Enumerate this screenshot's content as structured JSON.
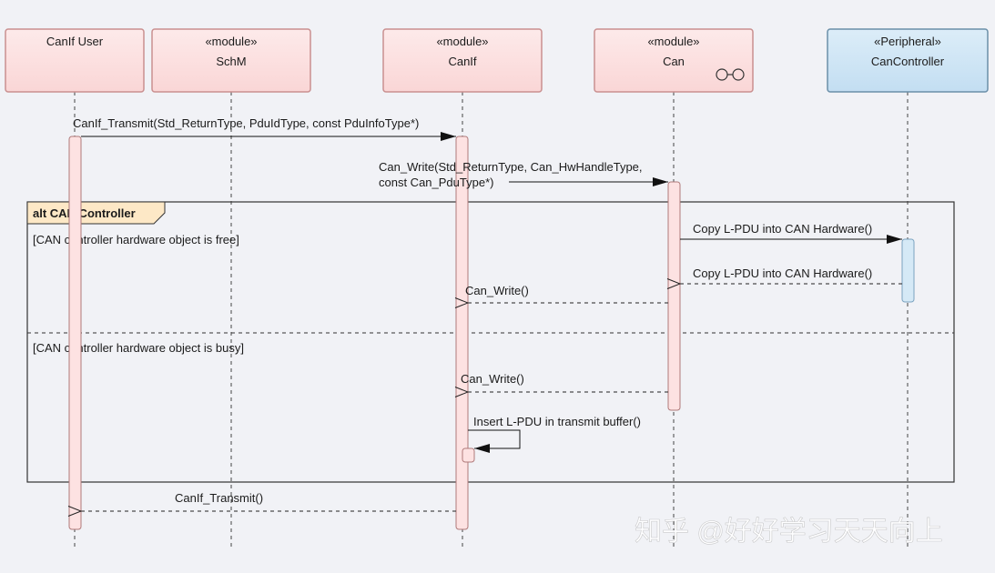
{
  "participants": [
    {
      "id": "user",
      "stereotype": "",
      "name": "CanIf User",
      "kind": "user"
    },
    {
      "id": "schm",
      "stereotype": "«module»",
      "name": "SchM",
      "kind": "module"
    },
    {
      "id": "canif",
      "stereotype": "«module»",
      "name": "CanIf",
      "kind": "module"
    },
    {
      "id": "can",
      "stereotype": "«module»",
      "name": "Can",
      "kind": "module"
    },
    {
      "id": "ctrl",
      "stereotype": "«Peripheral»",
      "name": "CanController",
      "kind": "peripheral"
    }
  ],
  "messages": [
    {
      "id": "m1",
      "label": "CanIf_Transmit(Std_ReturnType, PduIdType, const PduInfoType*)",
      "type": "sync"
    },
    {
      "id": "m2",
      "label": "Can_Write(Std_ReturnType, Can_HwHandleType,",
      "label2": "const Can_PduType*)",
      "type": "sync"
    },
    {
      "id": "m3",
      "label": "Copy L-PDU into CAN Hardware()",
      "type": "sync"
    },
    {
      "id": "m4",
      "label": "Copy L-PDU into CAN Hardware()",
      "type": "return"
    },
    {
      "id": "m5",
      "label": "Can_Write()",
      "type": "return"
    },
    {
      "id": "m6",
      "label": "Can_Write()",
      "type": "return"
    },
    {
      "id": "m7",
      "label": "Insert L-PDU in transmit buffer()",
      "type": "self"
    },
    {
      "id": "m8",
      "label": "CanIf_Transmit()",
      "type": "return"
    }
  ],
  "fragment": {
    "title": "alt CAN Controller",
    "guard1": "[CAN controller hardware object is free]",
    "guard2": "[CAN controller hardware object is busy]"
  },
  "watermark": "知乎 @好好学习天天向上",
  "colors": {
    "background": "#f1f2f6",
    "module_fill": "#fce1e1",
    "module_border": "#c98f8f",
    "peripheral_fill": "#cfe6f5",
    "peripheral_border": "#7aa3c0",
    "fragment_tab": "#fde8c6"
  }
}
